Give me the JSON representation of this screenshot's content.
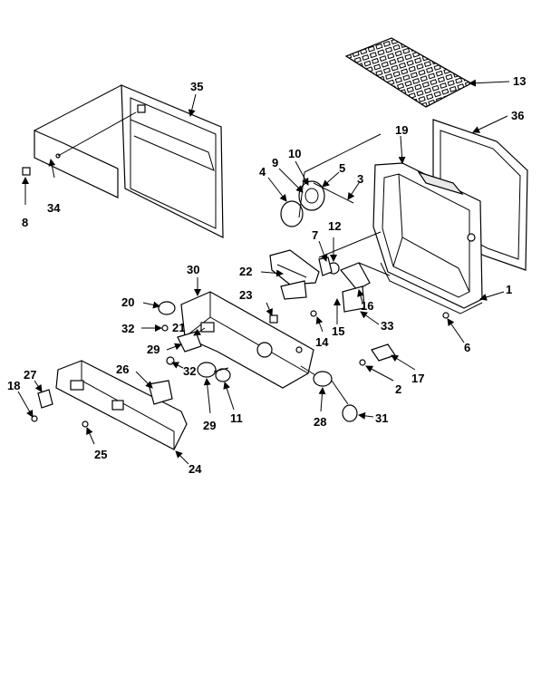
{
  "callouts": {
    "c1": "1",
    "c2": "2",
    "c3": "3",
    "c4": "4",
    "c5": "5",
    "c6": "6",
    "c7": "7",
    "c8": "8",
    "c9": "9",
    "c10": "10",
    "c11": "11",
    "c12": "12",
    "c13": "13",
    "c14": "14",
    "c15": "15",
    "c16": "16",
    "c17": "17",
    "c18": "18",
    "c19": "19",
    "c20": "20",
    "c21": "21",
    "c22": "22",
    "c23": "23",
    "c24": "24",
    "c25": "25",
    "c26": "26",
    "c27": "27",
    "c28": "28",
    "c29a": "29",
    "c29b": "29",
    "c30": "30",
    "c31": "31",
    "c32a": "32",
    "c32b": "32",
    "c33": "33",
    "c34": "34",
    "c35": "35",
    "c36": "36"
  }
}
